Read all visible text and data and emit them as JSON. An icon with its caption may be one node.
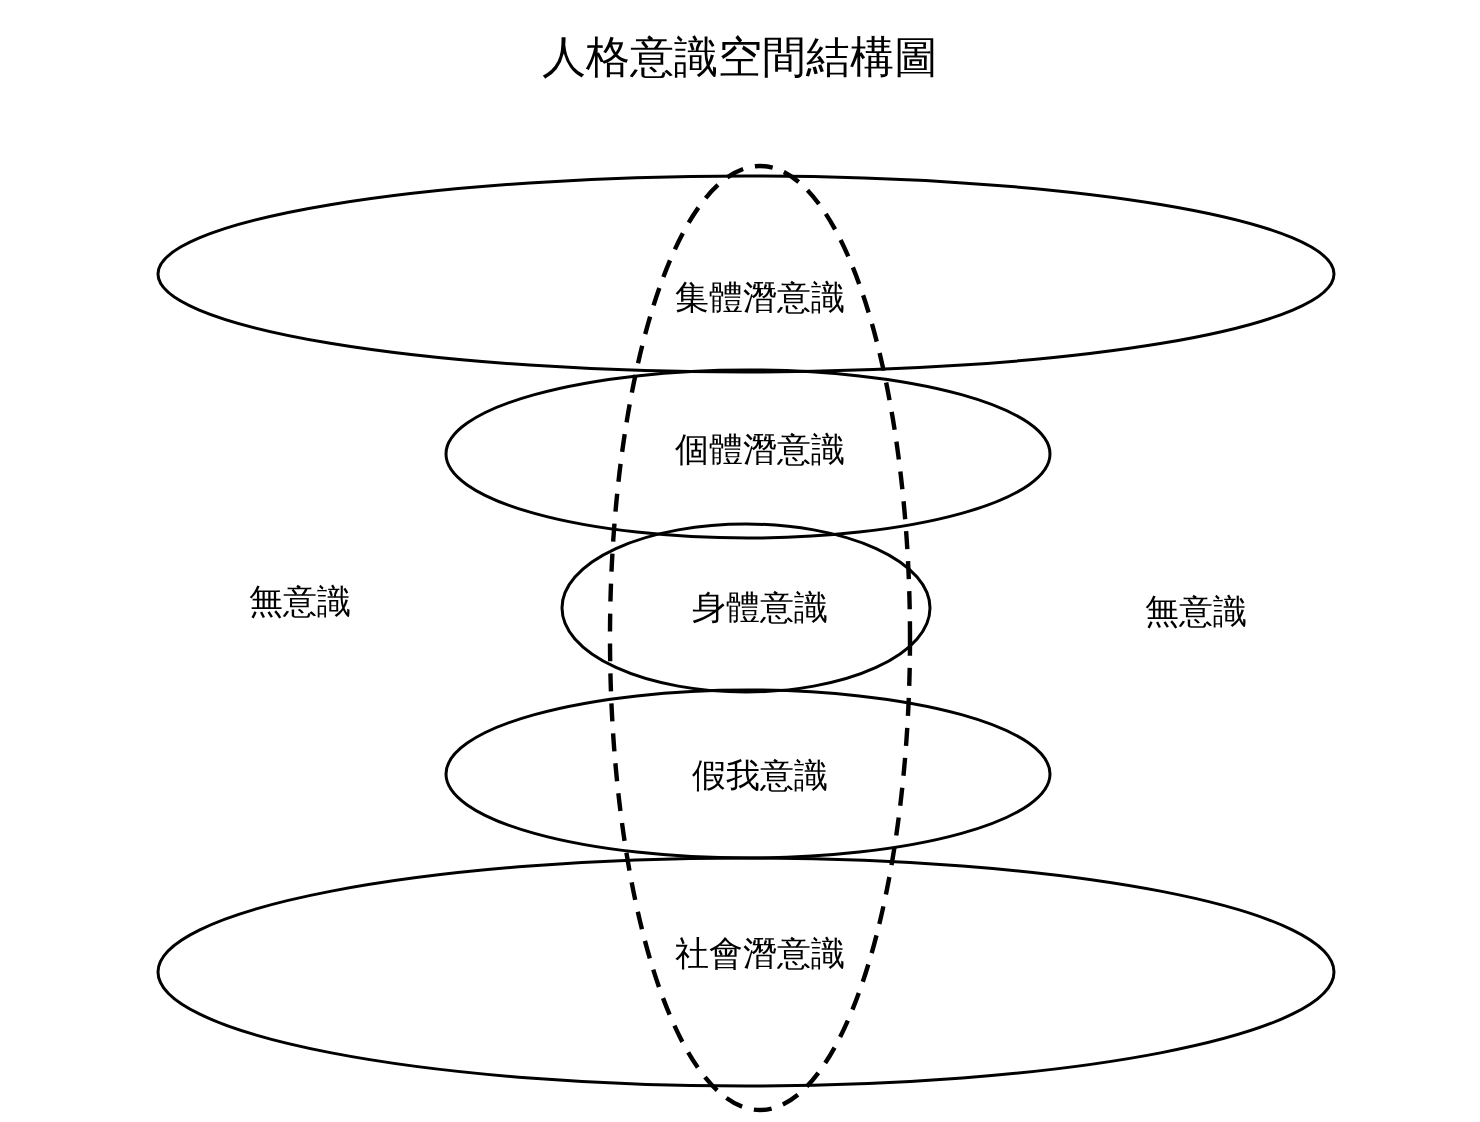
{
  "diagram": {
    "title": "人格意識空間結構圖",
    "nodes": [
      {
        "text": [
          "集體潛意識"
        ]
      },
      {
        "text": [
          "個體潛意識"
        ]
      },
      {
        "text": [
          "身體意識"
        ]
      },
      {
        "text": [
          "假我意識"
        ]
      },
      {
        "text": [
          "社會潛意識"
        ]
      },
      {
        "text": [],
        "shape": "ellipse"
      }
    ],
    "labels": [
      "無意識",
      "無意識"
    ]
  }
}
